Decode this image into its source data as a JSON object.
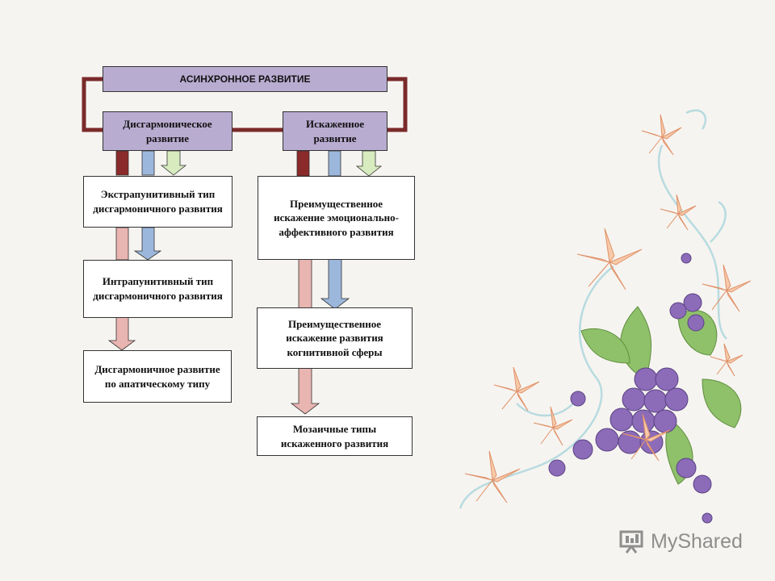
{
  "diagram": {
    "root": "АСИНХРОННОЕ РАЗВИТИЕ",
    "left_branch": {
      "title": "Дисгармоническое развитие",
      "items": [
        "Экстрапунитивный тип дисгармоничного развития",
        "Интрапунитивный тип дисгармоничного развития",
        "Дисгармоничное развитие по апатическому типу"
      ]
    },
    "right_branch": {
      "title": "Искаженное развитие",
      "items": [
        "Преимущественное искажение эмоционально-аффективного развития",
        "Преимущественное искажение развития когнитивной сферы",
        "Мозаичные типы искаженного развития"
      ]
    }
  },
  "watermark": "MyShared",
  "colors": {
    "box_fill": "#b9acd1",
    "frame": "#7a2a2a",
    "arrow_dark": "#8b2a2a",
    "arrow_blue": "#9cb7dc",
    "arrow_green": "#d7ebbf",
    "arrow_pink": "#e9b5b1"
  },
  "decoration": [
    "grape-cluster",
    "flowers",
    "leaves"
  ]
}
